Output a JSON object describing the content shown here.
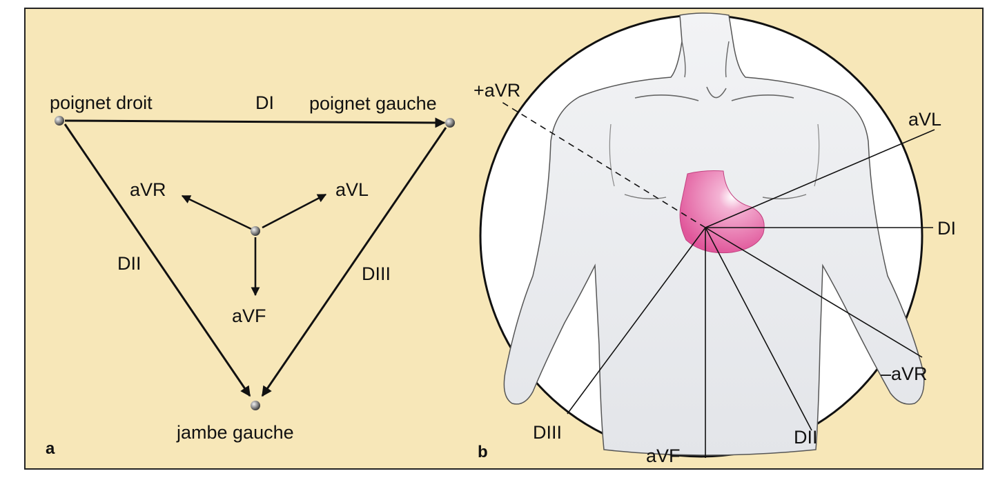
{
  "colors": {
    "panel_bg": "#f7e7b8",
    "frame": "#222222",
    "heart": "#e0569a",
    "body": "#e9ebee",
    "circle_fill": "#ffffff"
  },
  "panel_a": {
    "panel_label": "a",
    "nodes": {
      "right_wrist": "poignet droit",
      "left_wrist": "poignet gauche",
      "left_leg": "jambe gauche"
    },
    "leads": {
      "di": "DI",
      "dii": "DII",
      "diii": "DIII",
      "avr": "aVR",
      "avl": "aVL",
      "avf": "aVF"
    }
  },
  "panel_b": {
    "panel_label": "b",
    "leads": {
      "plus_avr": "+aVR",
      "avl": "aVL",
      "di": "DI",
      "minus_avr": "–aVR",
      "dii": "DII",
      "avf": "aVF",
      "diii": "DIII"
    }
  }
}
